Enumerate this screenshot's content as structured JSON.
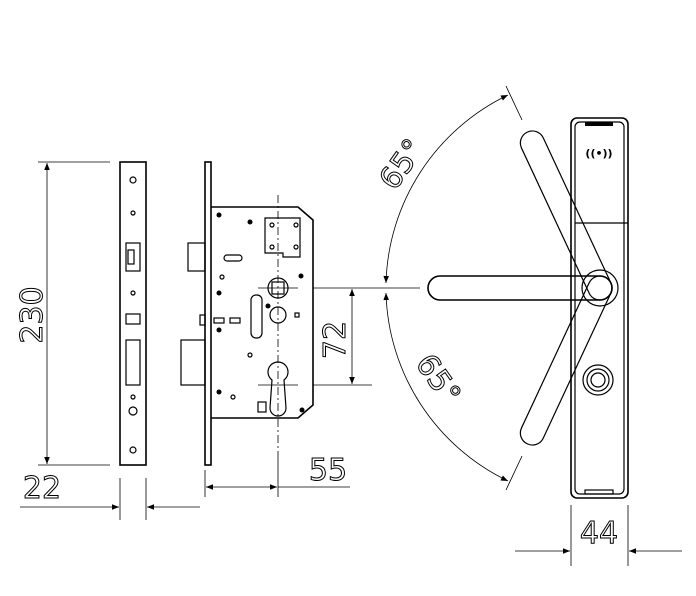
{
  "drawing": {
    "dimensions": {
      "faceplate_height": "230",
      "faceplate_width": "22",
      "spindle_to_cylinder": "72",
      "backset": "55",
      "handle_angle_up": "65°",
      "handle_angle_down": "65°",
      "escutcheon_width": "44"
    },
    "colors": {
      "line": "#000000",
      "background": "#ffffff"
    }
  }
}
